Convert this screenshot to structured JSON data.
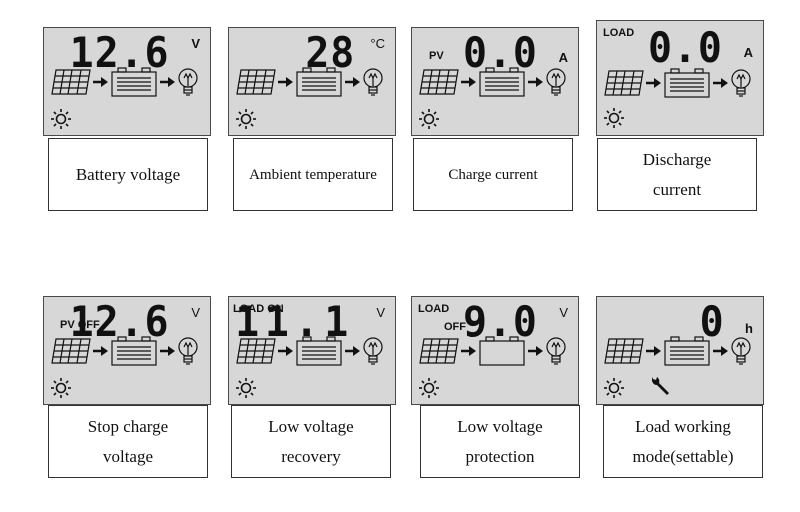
{
  "panels": [
    {
      "value": "12.6",
      "unit": "V",
      "tag1": "",
      "tag2": "",
      "caption": "Battery voltage"
    },
    {
      "value": "28",
      "unit": "°C",
      "tag1": "",
      "tag2": "",
      "caption": "Ambient temperature"
    },
    {
      "value": "0.0",
      "unit": "A",
      "tag1": "PV",
      "tag2": "",
      "caption": "Charge current"
    },
    {
      "value": "0.0",
      "unit": "A",
      "tag1": "LOAD",
      "tag2": "",
      "caption": "Discharge current"
    },
    {
      "value": "12.6",
      "unit": "V",
      "tag1": "PV OFF",
      "tag2": "",
      "caption": "Stop charge voltage"
    },
    {
      "value": "11.1",
      "unit": "V",
      "tag1": "LOAD ON",
      "tag2": "",
      "caption": "Low voltage recovery"
    },
    {
      "value": "9.0",
      "unit": "V",
      "tag1": "LOAD",
      "tag2": "OFF",
      "caption": "Low voltage protection"
    },
    {
      "value": "0",
      "unit": "h",
      "tag1": "",
      "tag2": "",
      "caption": "Load working mode(settable)"
    }
  ],
  "icons": {
    "panel": "solar-panel-icon",
    "battery": "battery-icon",
    "lamp": "bulb-icon",
    "sun": "sun-icon",
    "wrench": "wrench-icon"
  }
}
